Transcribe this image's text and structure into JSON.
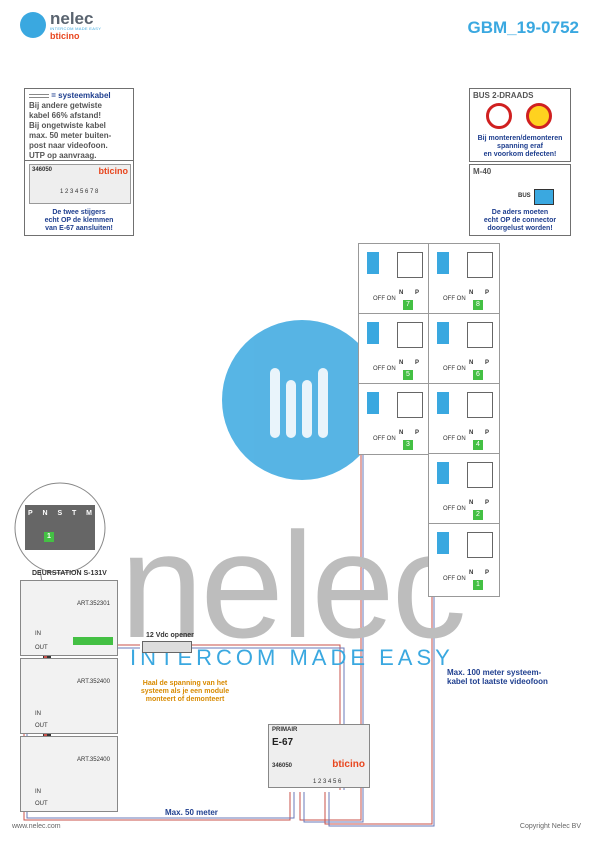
{
  "header": {
    "brand": "nelec",
    "brand_sub": "INTERCOM MADE EASY",
    "bticino": "bticino",
    "doc_code": "GBM_19-0752"
  },
  "watermark": {
    "word": "nelec",
    "tagline": "INTERCOM MADE EASY"
  },
  "note_cable": {
    "legend": "= systeemkabel",
    "lines": [
      "Bij andere getwiste",
      "kabel 66% afstand!",
      "Bij ongetwiste kabel",
      "max. 50 meter buiten-",
      "post naar videofoon.",
      "UTP op aanvraag."
    ]
  },
  "note_e67": {
    "part": "346050",
    "brand": "bticino",
    "terminals": "1 2 3 4 5 6 7 8",
    "lines": [
      "De twee stijgers",
      "echt OP de klemmen",
      "van E-67 aansluiten!"
    ]
  },
  "note_bus": {
    "title": "BUS 2-DRAADS",
    "lines": [
      "Bij monteren/demonteren",
      "spanning eraf",
      "en voorkom defecten!"
    ]
  },
  "note_m40": {
    "title": "M-40",
    "bus_label": "BUS",
    "lines": [
      "De aders moeten",
      "echt OP de connector",
      "doorgelust worden!"
    ]
  },
  "deurstation": {
    "title": "DEURSTATION S-131V",
    "switch_labels": [
      "P",
      "N",
      "S",
      "T",
      "M"
    ],
    "module_code": "ART.352301",
    "module_code_2": "ART.352400",
    "in_label": "IN",
    "out_label": "OUT",
    "dip_value": "1"
  },
  "opener": {
    "label": "12 Vdc opener"
  },
  "notes": {
    "power_off": [
      "Haal de spanning van het",
      "systeem als je een module",
      "monteert of demonteert"
    ],
    "max100": [
      "Max. 100 meter systeem-",
      "kabel tot laatste videofoon"
    ],
    "max50": "Max. 50 meter"
  },
  "e67": {
    "primair": "PRIMAIR",
    "name": "E-67",
    "part": "346050",
    "brand": "bticino",
    "terminals": "1 2 3 4 5 6"
  },
  "phones": {
    "switch_label": "OFF ON",
    "n_label": "N",
    "p_label": "P",
    "left_column": [
      "7",
      "5",
      "3"
    ],
    "right_column": [
      "8",
      "6",
      "4",
      "2",
      "1"
    ]
  },
  "footer": {
    "left": "www.nelec.com",
    "right": "Copyright Nelec BV"
  },
  "colors": {
    "accent": "#3aa8e0",
    "bticino": "#e8461e",
    "cable_red": "#c8504a",
    "cable_blue": "#6a78b8",
    "text_blue": "#1f3f8f",
    "orange": "#d88a00"
  }
}
